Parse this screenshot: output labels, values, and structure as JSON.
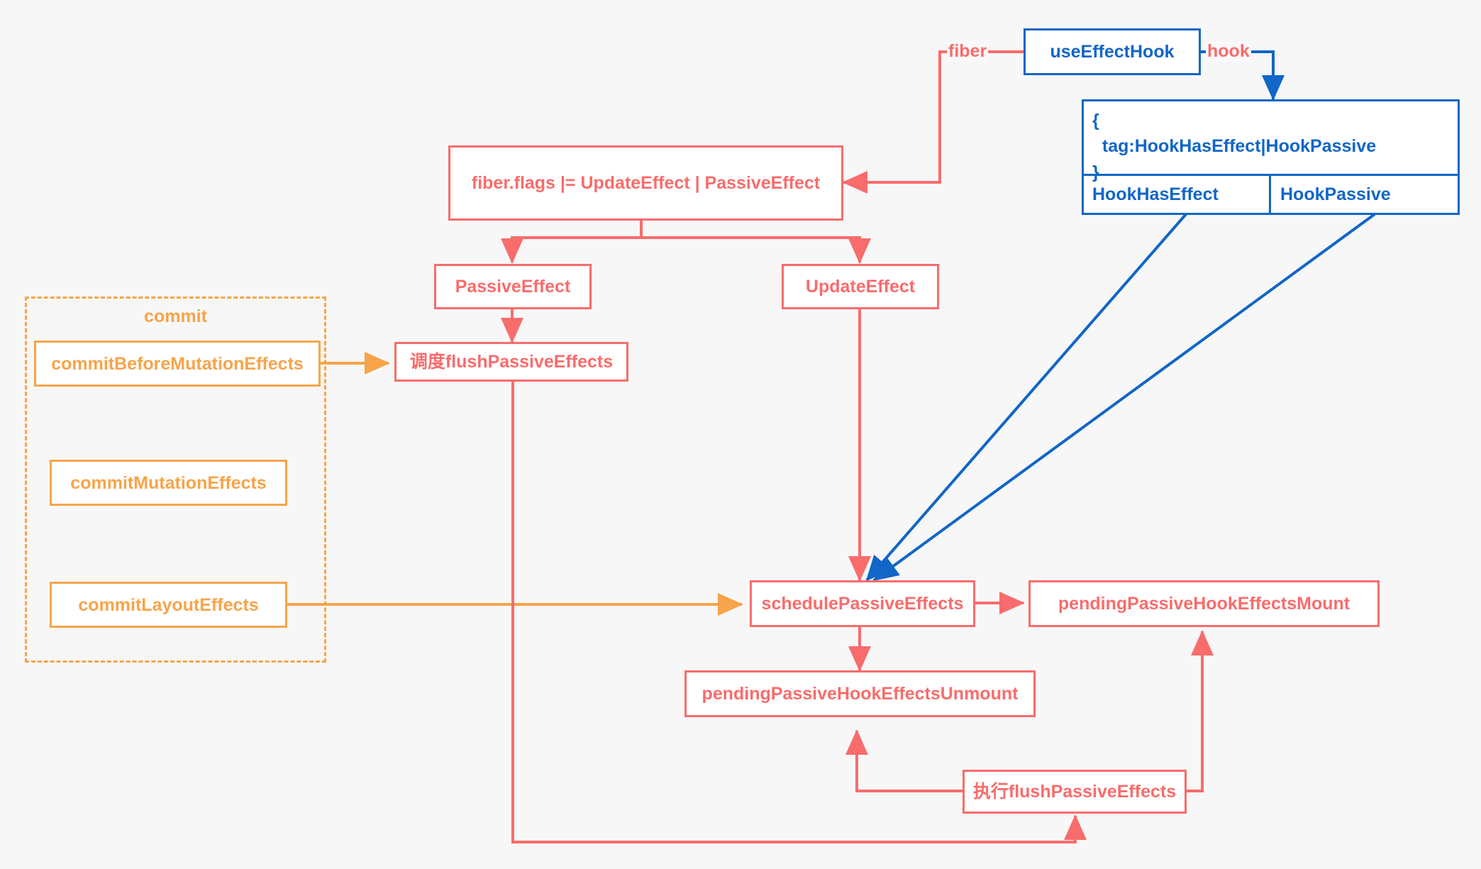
{
  "diagram": {
    "title": "React useEffect Hook Passive Effects Flow",
    "background_color": "#f7f7f7",
    "colors": {
      "red": "#f86c6c",
      "blue": "#1166c7",
      "orange": "#f7a44a"
    }
  },
  "nodes": {
    "use_effect_hook": "useEffectHook",
    "fiber_flags": "fiber.flags |= UpdateEffect | PassiveEffect",
    "passive_effect": "PassiveEffect",
    "update_effect": "UpdateEffect",
    "schedule_flush": "调度flushPassiveEffects",
    "schedule_passive_effects": "schedulePassiveEffects",
    "pending_mount": "pendingPassiveHookEffectsMount",
    "pending_unmount": "pendingPassiveHookEffectsUnmount",
    "execute_flush": "执行flushPassiveEffects",
    "commit_before_mutation": "commitBeforeMutationEffects",
    "commit_mutation": "commitMutationEffects",
    "commit_layout": "commitLayoutEffects"
  },
  "group": {
    "commit_label": "commit"
  },
  "hook_struct": {
    "body": "{\n  tag:HookHasEffect|HookPassive\n}",
    "cells": [
      "HookHasEffect",
      "HookPassive"
    ]
  },
  "edge_labels": {
    "fiber": "fiber",
    "hook": "hook"
  }
}
